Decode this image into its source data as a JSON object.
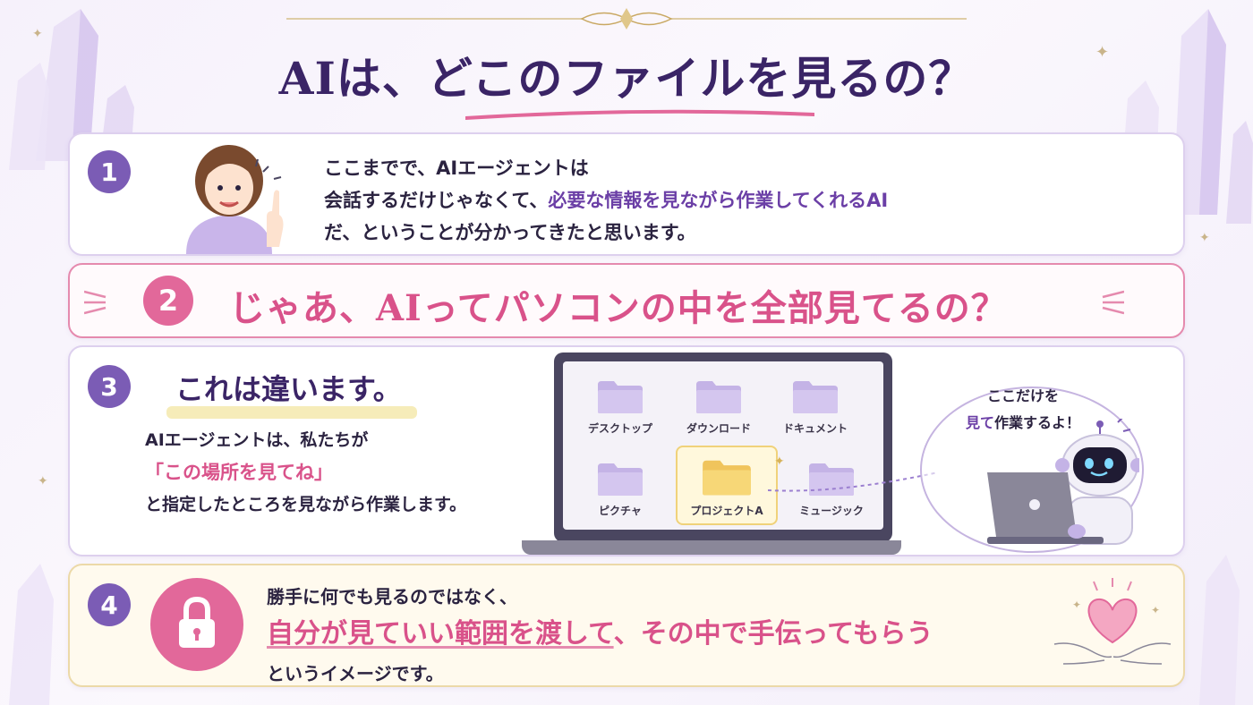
{
  "title": "AIは、どこのファイルを見るの？",
  "colors": {
    "accent": "#7b5cb5",
    "pink": "#d9528a",
    "gold": "#c9b48a"
  },
  "section1": {
    "number": "1",
    "line1": "ここまでで、AIエージェントは",
    "line2_a": "会話するだけじゃなくて、",
    "line2_b": "必要な情報を見ながら作業してくれるAI",
    "line3": "だ、ということが分かってきたと思います。",
    "icon": "woman-pointing-icon"
  },
  "section2": {
    "number": "2",
    "question": "じゃあ、AIってパソコンの中を全部見てるの？"
  },
  "section3": {
    "number": "3",
    "heading": "これは違います。",
    "line1": "AIエージェントは、私たちが",
    "line2": "「この場所を見てね」",
    "line3": "と指定したところを見ながら作業します。",
    "folders": [
      "デスクトップ",
      "ダウンロード",
      "ドキュメント",
      "ピクチャ",
      "プロジェクトA",
      "ミュージック"
    ],
    "bubble_line1": "ここだけを",
    "bubble_line2_a": "見て",
    "bubble_line2_b": "作業するよ！"
  },
  "section4": {
    "number": "4",
    "line1": "勝手に何でも見るのではなく、",
    "line2_a": "自分が見ていい範囲を渡して",
    "line2_b": "、その中で手伝ってもらう",
    "line3": "というイメージです。",
    "icon": "lock-icon"
  }
}
